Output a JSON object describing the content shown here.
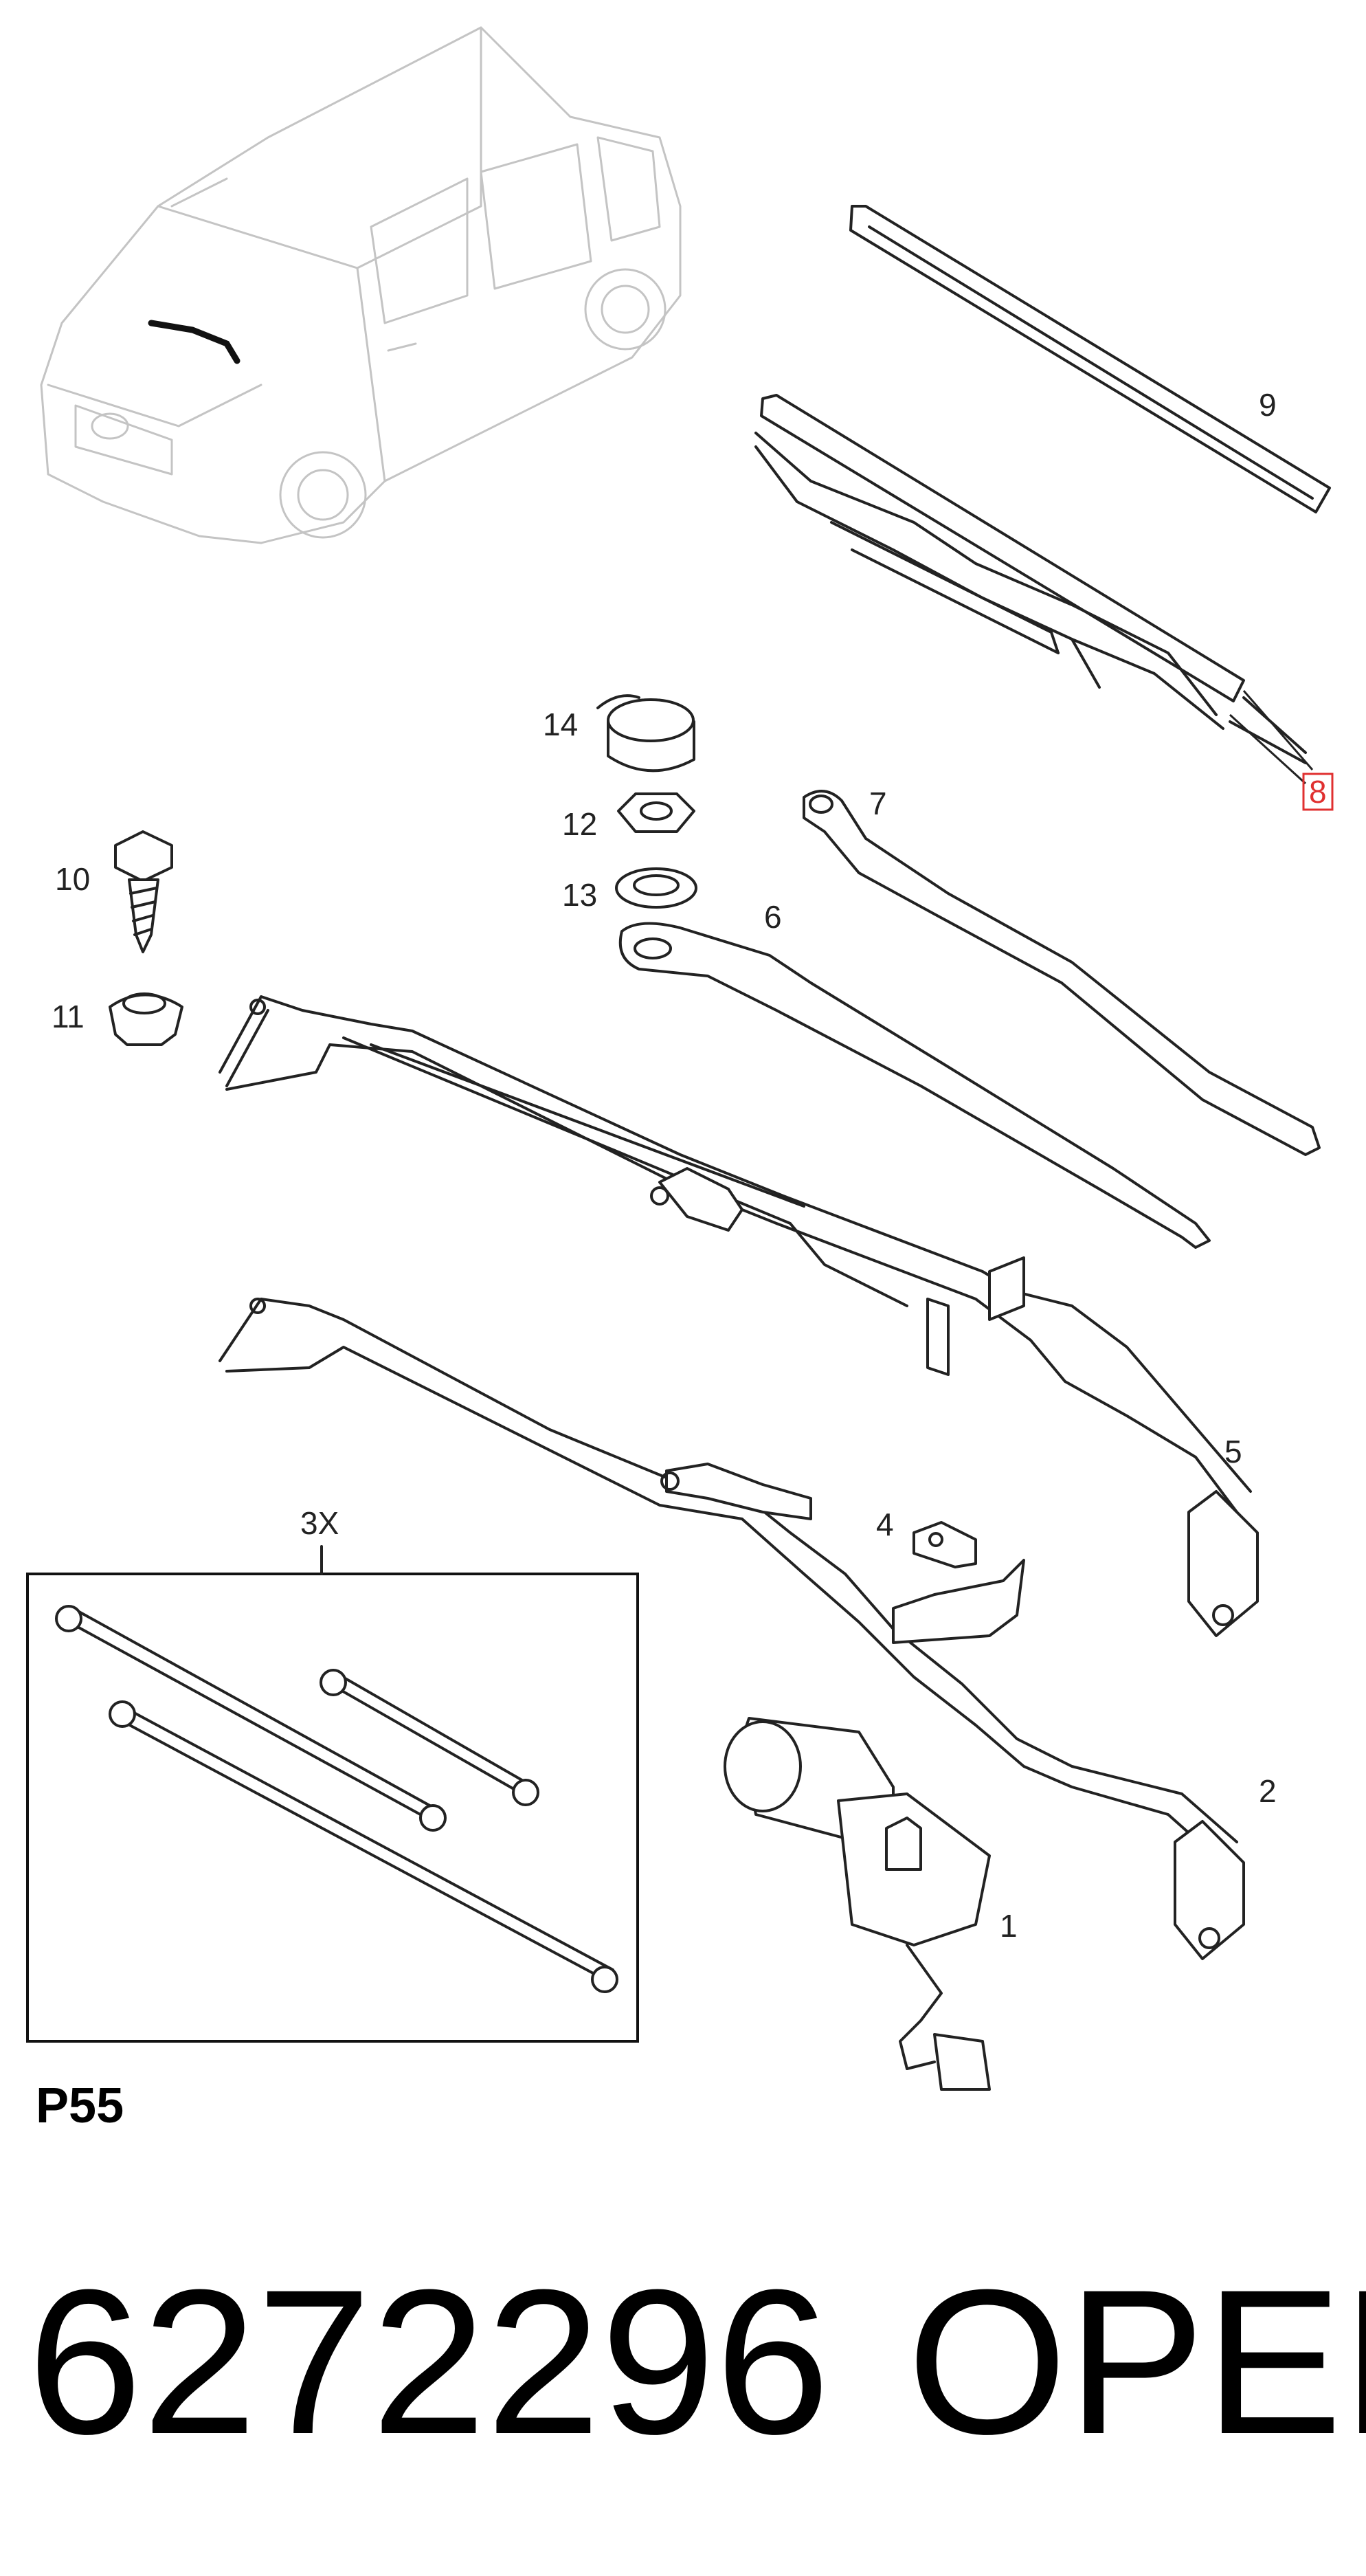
{
  "callouts": {
    "n1": "1",
    "n2": "2",
    "n3x": "3X",
    "n4": "4",
    "n5": "5",
    "n6": "6",
    "n7": "7",
    "n8": "8",
    "n9": "9",
    "n10": "10",
    "n11": "11",
    "n12": "12",
    "n13": "13",
    "n14": "14"
  },
  "diagram_code": "P55",
  "footer": {
    "part_number": "6272296",
    "brand": "OPEL"
  },
  "colors": {
    "highlight": "#e03030",
    "line": "#222222",
    "vehicle": "#c4c4c4"
  }
}
